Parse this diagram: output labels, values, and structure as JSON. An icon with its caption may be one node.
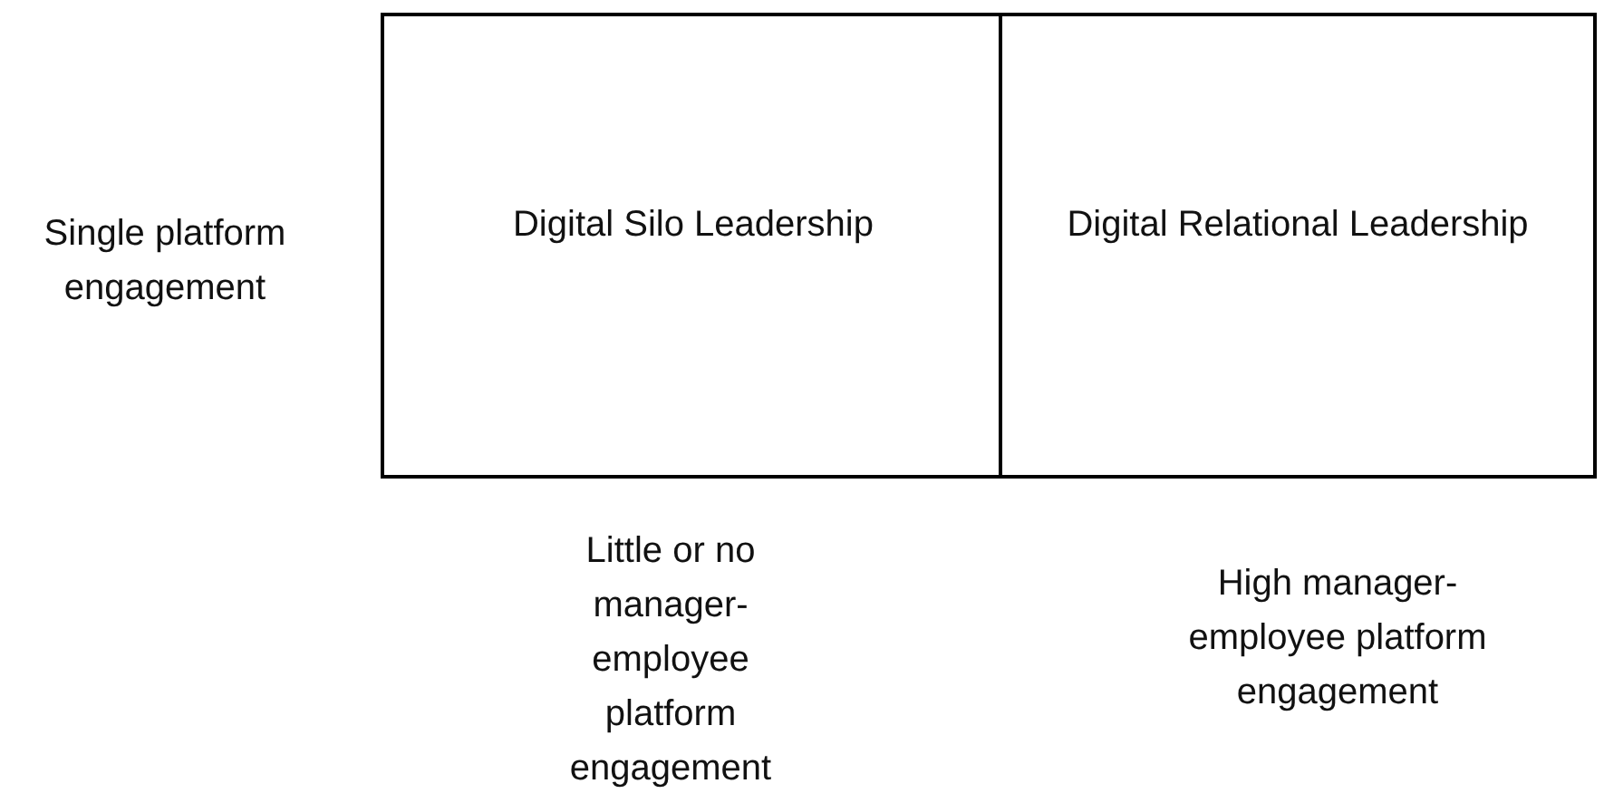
{
  "diagram": {
    "nodes": [
      {
        "text": [
          "Digital Silo Leadership"
        ]
      },
      {
        "text": [
          "Digital Relational Leadership"
        ]
      }
    ],
    "labels": [
      "Single platform engagement",
      "Little or no manager-employee platform engagement",
      "High manager-employee platform engagement"
    ]
  }
}
